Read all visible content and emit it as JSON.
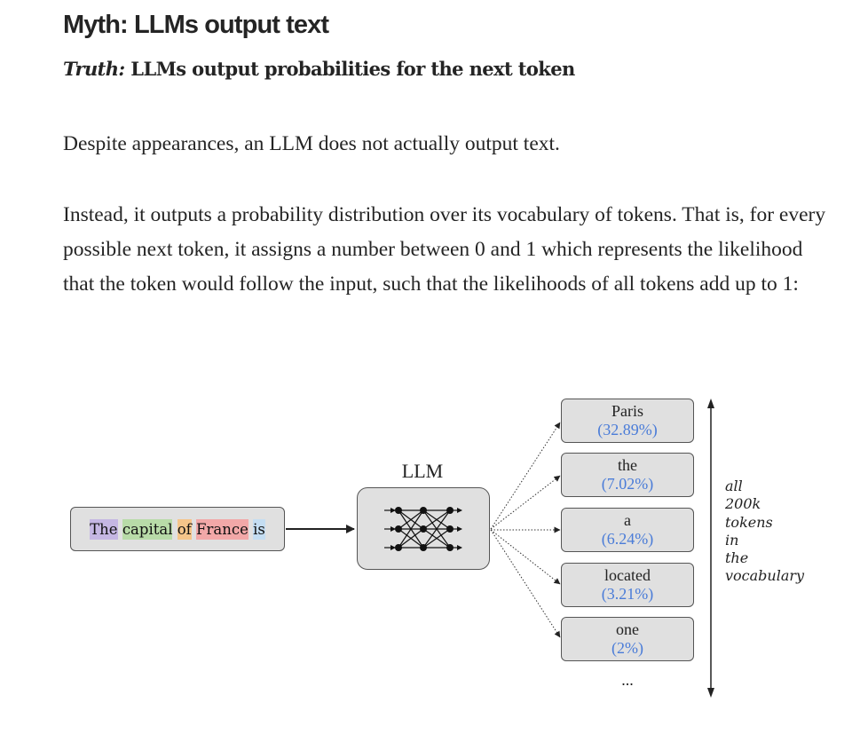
{
  "article": {
    "heading": "Myth: LLMs output text",
    "subtitle_prefix": "Truth:",
    "subtitle_rest": " LLMs output probabilities for the next token",
    "paragraph1": "Despite appearances, an LLM does not actually output text.",
    "paragraph2": "Instead, it outputs a probability distribution over its vocabulary of tokens. That is, for every possible next token, it assigns a number between 0 and 1 which represents the likelihood that the token would follow the input, such that the likelihoods of all tokens add up to 1:"
  },
  "diagram": {
    "input_tokens": [
      "The",
      " capital",
      " of",
      " France",
      " is"
    ],
    "input_token_colors": [
      "#c5b7e3",
      "#b8dba8",
      "#f5c58a",
      "#f2a8a8",
      "#c4ddf2"
    ],
    "model_label": "LLM",
    "outputs": [
      {
        "token": "Paris",
        "probability": "(32.89%)"
      },
      {
        "token": "the",
        "probability": "(7.02%)"
      },
      {
        "token": "a",
        "probability": "(6.24%)"
      },
      {
        "token": "located",
        "probability": "(3.21%)"
      },
      {
        "token": "one",
        "probability": "(2%)"
      }
    ],
    "ellipsis": "...",
    "vocab_note": [
      "all",
      "200k",
      "tokens",
      "in",
      "the",
      "vocabulary"
    ],
    "probability_color": "#4a7cd8"
  }
}
